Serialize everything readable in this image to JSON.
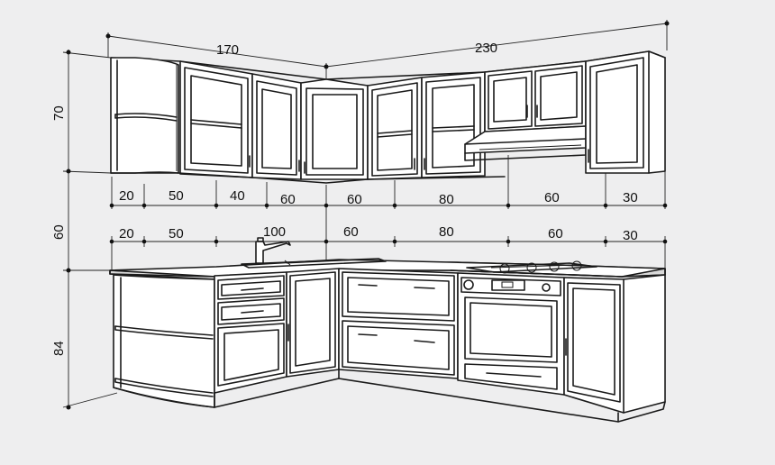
{
  "dimensions": {
    "upper_run_left": "170",
    "upper_run_right": "230",
    "height_upper": "70",
    "height_gap": "60",
    "height_lower": "84",
    "upper_segments": [
      "20",
      "50",
      "40",
      "60",
      "60",
      "80",
      "60",
      "30"
    ],
    "lower_segments": [
      "20",
      "50",
      "100",
      "60",
      "80",
      "60",
      "30"
    ]
  },
  "colors": {
    "line": "#1a1a1a",
    "background": "#eeeeef",
    "panel": "#ffffff",
    "countertop": "#d9d9d9"
  }
}
